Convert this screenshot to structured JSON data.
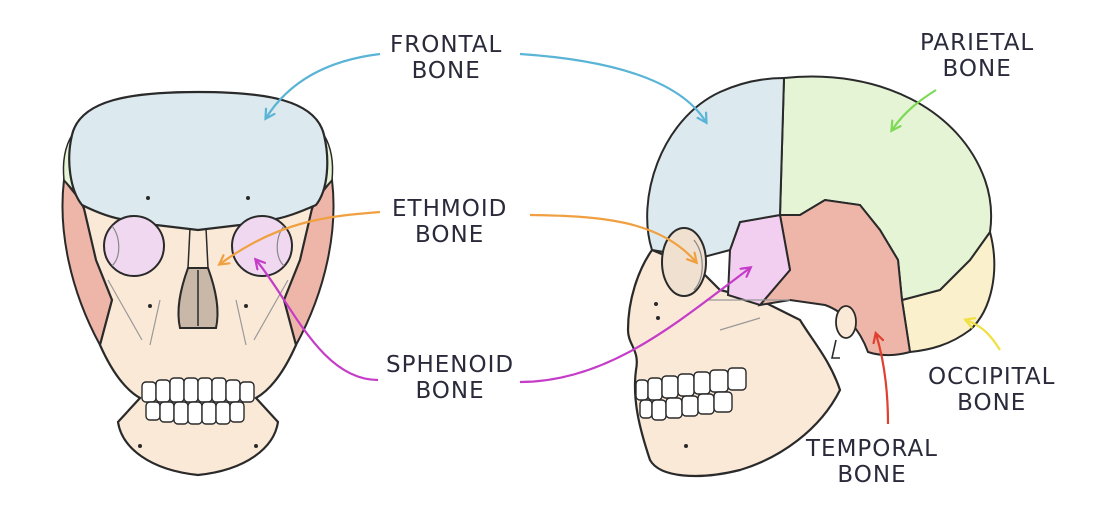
{
  "labels": {
    "frontal": {
      "line1": "FRONTAL",
      "line2": "BONE"
    },
    "parietal": {
      "line1": "PARIETAL",
      "line2": "BONE"
    },
    "ethmoid": {
      "line1": "ETHMOID",
      "line2": "BONE"
    },
    "sphenoid": {
      "line1": "SPHENOID",
      "line2": "BONE"
    },
    "occipital": {
      "line1": "OCCIPITAL",
      "line2": "BONE"
    },
    "temporal": {
      "line1": "TEMPORAL",
      "line2": "BONE"
    }
  },
  "colors": {
    "frontal": "#dce9ee",
    "parietal": "#e6f4d6",
    "ethmoid": "#f0d9f0",
    "sphenoid": "#f2cff0",
    "temporal": "#eeb6a8",
    "occipital": "#faf0cc",
    "face": "#fbe9d8",
    "outline": "#2a2a2a",
    "arrow_frontal": "#5ab4d6",
    "arrow_parietal": "#7ed957",
    "arrow_ethmoid": "#f0a040",
    "arrow_sphenoid": "#c43cc8",
    "arrow_temporal": "#e04030",
    "arrow_occipital": "#f0e040"
  }
}
